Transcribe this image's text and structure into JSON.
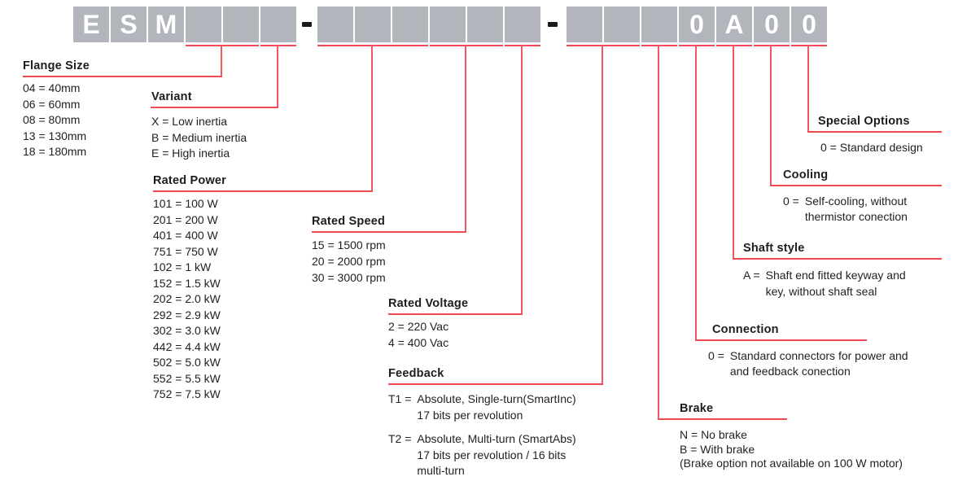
{
  "model_code": {
    "separator": "-",
    "groups": [
      {
        "chars": [
          "E",
          "S",
          "M",
          "",
          "",
          ""
        ]
      },
      {
        "chars": [
          "",
          "",
          "",
          "",
          "",
          ""
        ]
      },
      {
        "chars": [
          "",
          "",
          "",
          "0",
          "A",
          "0",
          "0"
        ]
      }
    ]
  },
  "colors": {
    "box_gray": "#b2b5bb",
    "box_text": "#ffffff",
    "connector_red": "#ef4a52",
    "text": "#1d1d1b"
  },
  "sections": [
    {
      "id": "flange-size",
      "title": "Flange Size",
      "items": [
        "04 = 40mm",
        "06 = 60mm",
        "08 = 80mm",
        "13 = 130mm",
        "18 = 180mm"
      ]
    },
    {
      "id": "variant",
      "title": "Variant",
      "items": [
        "X = Low inertia",
        "B = Medium inertia",
        "E = High inertia"
      ]
    },
    {
      "id": "rated-power",
      "title": "Rated Power",
      "items": [
        "101 = 100 W",
        "201 = 200 W",
        "401 = 400 W",
        "751 = 750 W",
        "102 = 1 kW",
        "152 = 1.5 kW",
        "202 = 2.0 kW",
        "292 = 2.9 kW",
        "302 = 3.0 kW",
        "442 = 4.4 kW",
        "502 = 5.0 kW",
        "552 = 5.5 kW",
        "752 = 7.5 kW"
      ]
    },
    {
      "id": "rated-speed",
      "title": "Rated Speed",
      "items": [
        "15 = 1500 rpm",
        "20 = 2000 rpm",
        "30 = 3000 rpm"
      ]
    },
    {
      "id": "rated-voltage",
      "title": "Rated Voltage",
      "items": [
        "2 = 220 Vac",
        "4 = 400 Vac"
      ]
    },
    {
      "id": "feedback",
      "title": "Feedback",
      "items": [
        {
          "code": "T1 =",
          "lines": [
            "Absolute, Single-turn(SmartInc)",
            "17 bits per revolution"
          ]
        },
        {
          "code": "T2 =",
          "lines": [
            "Absolute, Multi-turn (SmartAbs)",
            "17 bits per revolution / 16 bits",
            "multi-turn"
          ]
        }
      ]
    },
    {
      "id": "brake",
      "title": "Brake",
      "items": [
        "N = No brake",
        "B = With brake",
        "(Brake option not available on 100 W motor)"
      ]
    },
    {
      "id": "connection",
      "title": "Connection",
      "items": [
        {
          "code": "0 =",
          "lines": [
            "Standard connectors for power and",
            "and feedback conection"
          ]
        }
      ]
    },
    {
      "id": "shaft-style",
      "title": "Shaft style",
      "items": [
        {
          "code": "A =",
          "lines": [
            "Shaft end fitted keyway and",
            "key, without shaft seal"
          ]
        }
      ]
    },
    {
      "id": "cooling",
      "title": "Cooling",
      "items": [
        {
          "code": "0 =",
          "lines": [
            "Self-cooling, without",
            "thermistor conection"
          ]
        }
      ]
    },
    {
      "id": "special-options",
      "title": "Special Options",
      "items": [
        "0 = Standard design"
      ]
    }
  ]
}
